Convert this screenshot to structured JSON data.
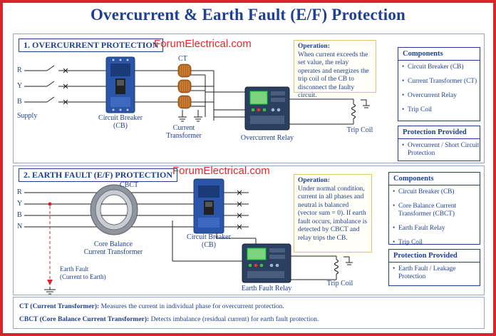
{
  "title": "Overcurrent & Earth Fault (E/F) Protection",
  "watermark": "ForumElectrical.com",
  "section1": {
    "heading": "1. OVERCURRENT PROTECTION",
    "phases": [
      "R",
      "Y",
      "B"
    ],
    "supply_label": "Supply",
    "ct_label": "CT",
    "cb_label": [
      "Circuit Breaker",
      "(CB)"
    ],
    "current_transformer_label": [
      "Current",
      "Transformer"
    ],
    "relay_label": "Overcurrent Relay",
    "trip_coil_label": "Trip Coil",
    "operation": {
      "title": "Operation:",
      "text": "When current exceeds the set value, the relay operates and energizes the trip coil of the CB to disconnect the faulty circuit."
    },
    "components": {
      "title": "Components",
      "items": [
        "Circuit Breaker (CB)",
        "Current Transformer (CT)",
        "Overcurrent Relay",
        "Trip Coil"
      ]
    },
    "protection": {
      "title": "Protection Provided",
      "items": [
        "Overcurrent / Short Circuit Protection"
      ]
    }
  },
  "section2": {
    "heading": "2. EARTH FAULT (E/F) PROTECTION",
    "phases": [
      "R",
      "Y",
      "B",
      "N"
    ],
    "cbct_label": "CBCT",
    "cbct_full_label": [
      "Core Balance",
      "Current Transformer"
    ],
    "cb_label": [
      "Circuit Breaker",
      "(CB)"
    ],
    "relay_label": "Earth Fault Relay",
    "trip_coil_label": "Trip Coil",
    "earth_fault_label": [
      "Earth Fault",
      "(Current to Earth)"
    ],
    "operation": {
      "title": "Operation:",
      "text": "Under normal condition, current in all phases and neutral is balanced (vector sum = 0). If earth fault occurs, imbalance is detected by CBCT and relay trips the CB."
    },
    "components": {
      "title": "Components",
      "items": [
        "Circuit Breaker (CB)",
        "Core Balance Current Transformer (CBCT)",
        "Earth Fault Relay",
        "Trip Coil"
      ]
    },
    "protection": {
      "title": "Protection Provided",
      "items": [
        "Earth Fault / Leakage Protection"
      ]
    }
  },
  "definitions": [
    {
      "term": "CT (Current Transformer):",
      "text": "Measures the current in individual phase for overcurrent protection."
    },
    {
      "term": "CBCT (Core Balance Current Transformer):",
      "text": "Detects imbalance (residual current) for earth fault protection."
    }
  ],
  "colors": {
    "title": "#1f3f93",
    "border": "#d8232a",
    "watermark": "#e8262a",
    "fault": "#d8232a",
    "breaker": "#2b55a8",
    "ct_coil": "#b5671f"
  }
}
